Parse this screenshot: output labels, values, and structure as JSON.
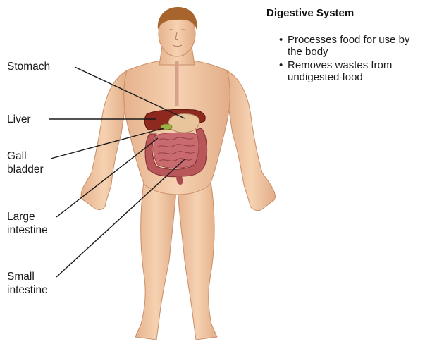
{
  "panel": {
    "title": "Digestive System",
    "bullets": [
      "Processes food for use by the body",
      "Removes wastes from undigested food"
    ]
  },
  "labels": {
    "stomach": "Stomach",
    "liver": "Liver",
    "gall_bladder": "Gall\nbladder",
    "large_intestine": "Large\nintestine",
    "small_intestine": "Small\nintestine"
  },
  "colors": {
    "skin": "#f2c9a5",
    "skin_shadow": "#dba37e",
    "hair": "#a7652d",
    "liver": "#8e2a1d",
    "stomach": "#e8c59b",
    "intestine": "#b9565a",
    "leader_line": "#1a1a1a"
  }
}
